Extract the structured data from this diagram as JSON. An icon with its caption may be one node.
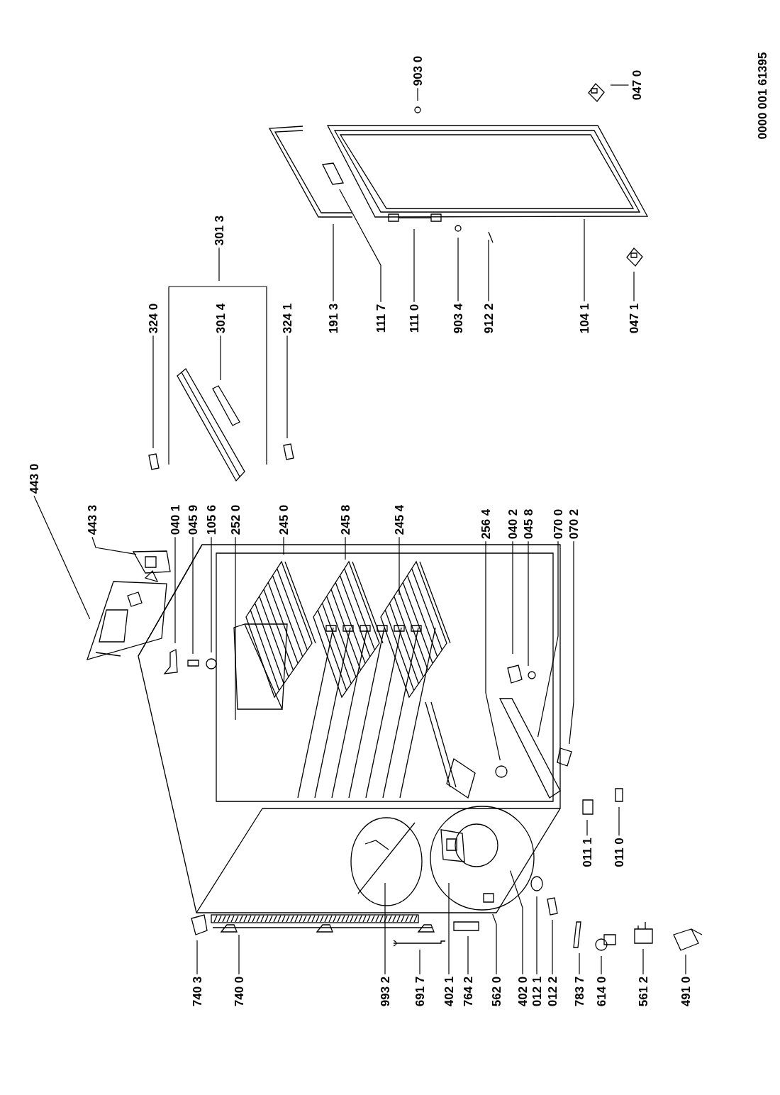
{
  "diagram": {
    "nodes": [
      {
        "text": [
          "443 0"
        ]
      },
      {
        "text": [
          "443 3"
        ]
      },
      {
        "text": [
          "040 1"
        ]
      },
      {
        "text": [
          "045 9"
        ]
      },
      {
        "text": [
          "105 6"
        ]
      },
      {
        "text": [
          "252 0"
        ]
      },
      {
        "text": [
          "245 0"
        ]
      },
      {
        "text": [
          "245 8"
        ]
      },
      {
        "text": [
          "245 4"
        ]
      },
      {
        "text": [
          "256 4"
        ]
      },
      {
        "text": [
          "040 2"
        ]
      },
      {
        "text": [
          "045 8"
        ]
      },
      {
        "text": [
          "070 0"
        ]
      },
      {
        "text": [
          "070 2"
        ]
      },
      {
        "text": [
          "324 0"
        ]
      },
      {
        "text": [
          "301 3"
        ]
      },
      {
        "text": [
          "301 4"
        ]
      },
      {
        "text": [
          "324 1"
        ]
      },
      {
        "text": [
          "191 3"
        ]
      },
      {
        "text": [
          "111 7"
        ]
      },
      {
        "text": [
          "111 0"
        ]
      },
      {
        "text": [
          "903 4"
        ]
      },
      {
        "text": [
          "912 2"
        ]
      },
      {
        "text": [
          "104 1"
        ]
      },
      {
        "text": [
          "047 1"
        ]
      },
      {
        "text": [
          "903 0"
        ]
      },
      {
        "text": [
          "047 0"
        ]
      },
      {
        "text": [
          "740 3"
        ]
      },
      {
        "text": [
          "740 0"
        ]
      },
      {
        "text": [
          "993 2"
        ]
      },
      {
        "text": [
          "691 7"
        ]
      },
      {
        "text": [
          "402 1"
        ]
      },
      {
        "text": [
          "764 2"
        ]
      },
      {
        "text": [
          "562 0"
        ]
      },
      {
        "text": [
          "402 0"
        ]
      },
      {
        "text": [
          "012 1"
        ]
      },
      {
        "text": [
          "012 2"
        ]
      },
      {
        "text": [
          "783 7"
        ]
      },
      {
        "text": [
          "614 0"
        ]
      },
      {
        "text": [
          "561 2"
        ]
      },
      {
        "text": [
          "491 0"
        ]
      },
      {
        "text": [
          "011 1"
        ]
      },
      {
        "text": [
          "011 0"
        ]
      }
    ],
    "edges": [
      {
        "from": 0,
        "to": null,
        "arrow": "none"
      },
      {
        "from": 1,
        "to": null,
        "arrow": "none"
      },
      {
        "from": 2,
        "to": null,
        "arrow": "none"
      },
      {
        "from": 3,
        "to": null,
        "arrow": "none"
      },
      {
        "from": 4,
        "to": null,
        "arrow": "none"
      },
      {
        "from": 5,
        "to": null,
        "arrow": "none"
      },
      {
        "from": 6,
        "to": null,
        "arrow": "none"
      },
      {
        "from": 7,
        "to": null,
        "arrow": "none"
      },
      {
        "from": 8,
        "to": null,
        "arrow": "none"
      },
      {
        "from": 9,
        "to": null,
        "arrow": "none"
      },
      {
        "from": 10,
        "to": null,
        "arrow": "none"
      },
      {
        "from": 11,
        "to": null,
        "arrow": "none"
      },
      {
        "from": 12,
        "to": null,
        "arrow": "none"
      },
      {
        "from": 13,
        "to": null,
        "arrow": "none"
      },
      {
        "from": 14,
        "to": null,
        "arrow": "none"
      },
      {
        "from": 15,
        "to": null,
        "arrow": "none"
      },
      {
        "from": 16,
        "to": null,
        "arrow": "none"
      },
      {
        "from": 17,
        "to": null,
        "arrow": "none"
      },
      {
        "from": 18,
        "to": null,
        "arrow": "none"
      },
      {
        "from": 19,
        "to": null,
        "arrow": "none"
      },
      {
        "from": 20,
        "to": null,
        "arrow": "none"
      },
      {
        "from": 21,
        "to": null,
        "arrow": "none"
      },
      {
        "from": 22,
        "to": null,
        "arrow": "none"
      },
      {
        "from": 23,
        "to": null,
        "arrow": "none"
      },
      {
        "from": 24,
        "to": null,
        "arrow": "none"
      },
      {
        "from": 25,
        "to": null,
        "arrow": "none"
      },
      {
        "from": 26,
        "to": null,
        "arrow": "none"
      },
      {
        "from": 27,
        "to": null,
        "arrow": "none"
      },
      {
        "from": 28,
        "to": null,
        "arrow": "none"
      },
      {
        "from": 29,
        "to": null,
        "arrow": "none"
      },
      {
        "from": 30,
        "to": null,
        "arrow": "none"
      },
      {
        "from": 31,
        "to": null,
        "arrow": "none"
      },
      {
        "from": 32,
        "to": null,
        "arrow": "none"
      },
      {
        "from": 33,
        "to": null,
        "arrow": "none"
      },
      {
        "from": 34,
        "to": null,
        "arrow": "none"
      },
      {
        "from": 35,
        "to": null,
        "arrow": "none"
      },
      {
        "from": 36,
        "to": null,
        "arrow": "none"
      },
      {
        "from": 37,
        "to": null,
        "arrow": "none"
      },
      {
        "from": 38,
        "to": null,
        "arrow": "none"
      },
      {
        "from": 39,
        "to": null,
        "arrow": "none"
      },
      {
        "from": 40,
        "to": null,
        "arrow": "none"
      },
      {
        "from": 41,
        "to": null,
        "arrow": "none"
      },
      {
        "from": 42,
        "to": null,
        "arrow": "none"
      }
    ],
    "labels": [
      "0000 001 61395"
    ]
  }
}
